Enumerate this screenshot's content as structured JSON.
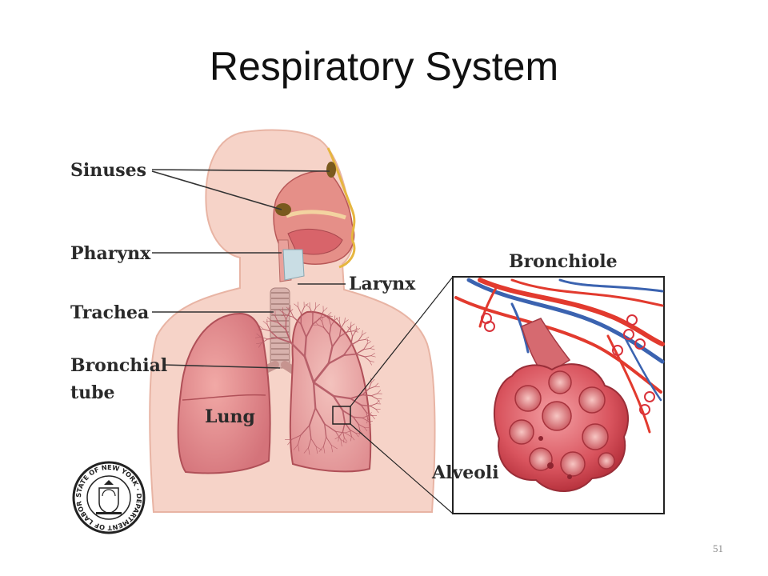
{
  "slide": {
    "title": "Respiratory System",
    "page_number": "51"
  },
  "labels": {
    "sinuses": "Sinuses",
    "pharynx": "Pharynx",
    "larynx": "Larynx",
    "trachea": "Trachea",
    "bronchial_line1": "Bronchial",
    "bronchial_line2": "tube",
    "lung": "Lung",
    "bronchiole": "Bronchiole",
    "alveoli": "Alveoli"
  },
  "seal": {
    "text": "STATE OF NEW YORK · DEPARTMENT OF LABOR"
  },
  "colors": {
    "body_skin": "#f6d3c8",
    "body_outline": "#e8b4a4",
    "lung": "#e2898c",
    "lung_dark": "#c9636a",
    "trachea": "#cfa3a3",
    "artery_red": "#e23a2e",
    "vein_blue": "#3b63b0"
  }
}
